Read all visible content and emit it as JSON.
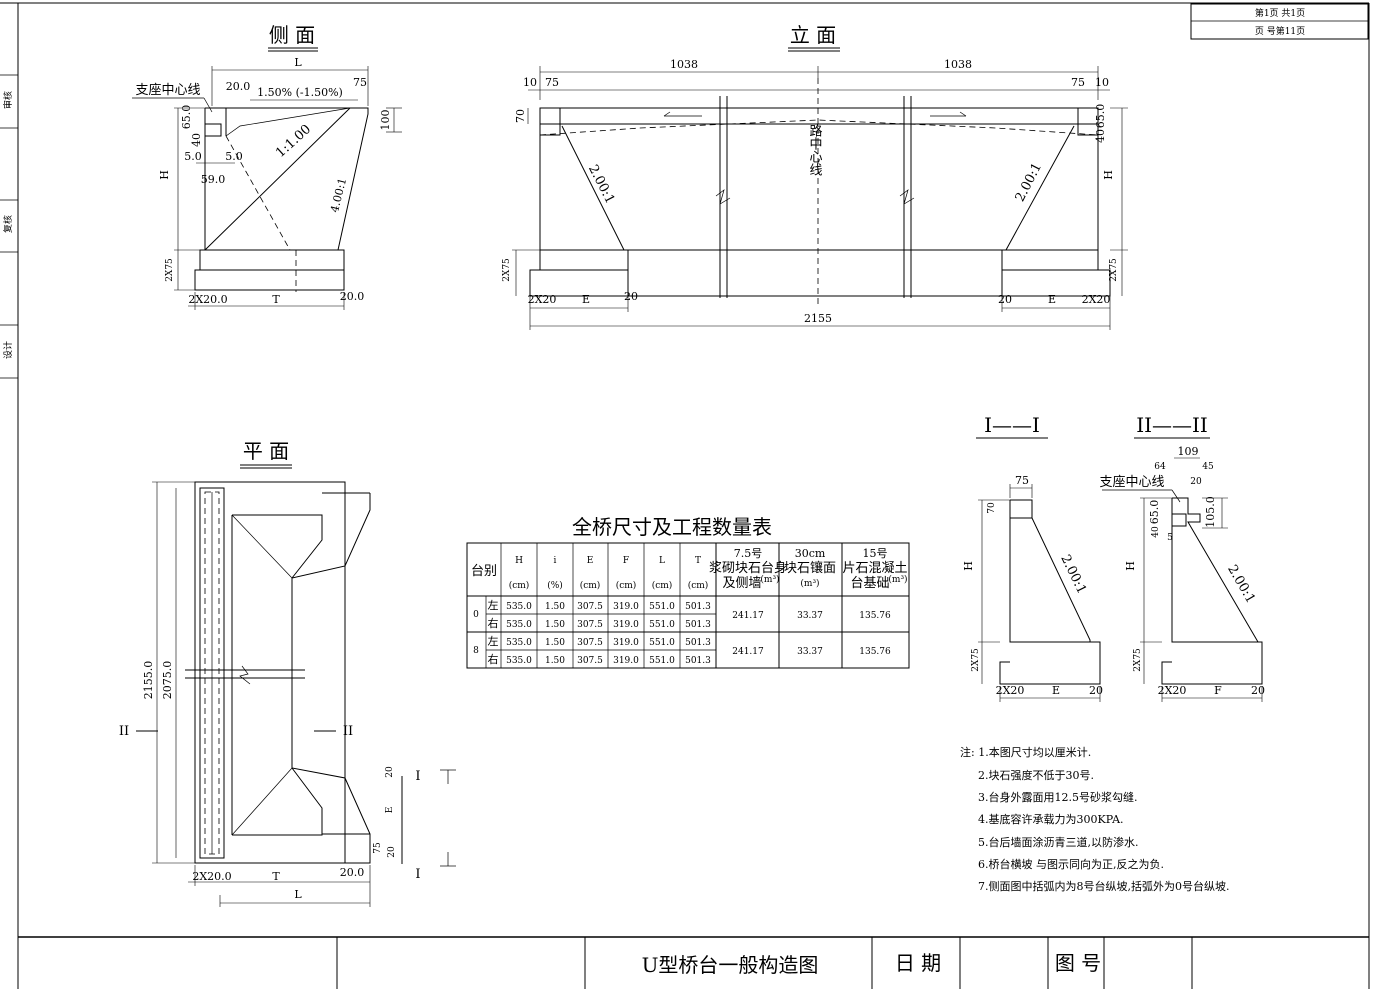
{
  "titles": {
    "side": "侧 面",
    "elevation": "立 面",
    "plan": "平 面",
    "sec1": "I——I",
    "sec2": "II——II",
    "table": "全桥尺寸及工程数量表"
  },
  "page_box": {
    "line1": "第1页 共1页",
    "line2": "页 号第11页"
  },
  "left_strip": [
    "审核",
    "复核",
    "设计"
  ],
  "side_view": {
    "L": "L",
    "d75": "75",
    "d20": "20.0",
    "slope_text": "1.50% (-1.50%)",
    "d65": "65.0",
    "d40": "40",
    "d5a": "5.0",
    "d5b": "5.0",
    "d59": "59.0",
    "H": "H",
    "d100": "100",
    "slope1": "1:1.00",
    "slope2": "4.00:1",
    "base": "2X75",
    "bl": "2X20.0",
    "T": "T",
    "br": "20.0",
    "support_label": "支座中心线"
  },
  "elevation_view": {
    "left_half": "1038",
    "right_half": "1038",
    "d10l": "10",
    "d75l": "75",
    "d75r": "75",
    "d10r": "10",
    "d70": "70",
    "d40": "40",
    "d65": "65.0",
    "H": "H",
    "center": "路中心线",
    "slope_l": "2.00:1",
    "slope_r": "2.00:1",
    "base_l": "2X75",
    "base_r": "2X75",
    "bl": "2X20",
    "E_l": "E",
    "d20l": "20",
    "d20r": "20",
    "E_r": "E",
    "br": "2X20",
    "total": "2155"
  },
  "plan_view": {
    "d2155": "2155.0",
    "d2075": "2075.0",
    "sec2_l": "II",
    "sec2_r": "II",
    "sec1": "I",
    "d20a": "20",
    "E": "E",
    "d20b": "20",
    "d75": "75",
    "bl": "2X20.0",
    "T": "T",
    "br": "20.0",
    "L": "L"
  },
  "sec1_view": {
    "d75": "75",
    "d70": "70",
    "H": "H",
    "slope": "2.00:1",
    "base": "2X75",
    "bl": "2X20",
    "E": "E",
    "br": "20"
  },
  "sec2_view": {
    "d109": "109",
    "d64": "64",
    "d45": "45",
    "d20": "20",
    "support_label": "支座中心线",
    "d65": "65.0",
    "d40": "40",
    "d105": "105.0",
    "d5": "5",
    "H": "H",
    "slope": "2.00:1",
    "base": "2X75",
    "bl": "2X20",
    "F": "F",
    "br": "20"
  },
  "table": {
    "headers": [
      {
        "name": "台别",
        "unit": ""
      },
      {
        "name": "H",
        "unit": "(cm)"
      },
      {
        "name": "i",
        "unit": "(%)"
      },
      {
        "name": "E",
        "unit": "(cm)"
      },
      {
        "name": "F",
        "unit": "(cm)"
      },
      {
        "name": "L",
        "unit": "(cm)"
      },
      {
        "name": "T",
        "unit": "(cm)"
      }
    ],
    "wide_headers": [
      {
        "l1": "7.5号",
        "l2": "浆砌块石台身",
        "l3": "及侧墙",
        "unit": "(m³)"
      },
      {
        "l1": "30cm",
        "l2": "块石镶面",
        "l3": "",
        "unit": "(m³)"
      },
      {
        "l1": "15号",
        "l2": "片石混凝土",
        "l3": "台基础",
        "unit": "(m³)"
      }
    ],
    "groups": [
      {
        "id": "0",
        "rows": [
          {
            "side": "左",
            "H": "535.0",
            "i": "1.50",
            "E": "307.5",
            "F": "319.0",
            "L": "551.0",
            "T": "501.3"
          },
          {
            "side": "右",
            "H": "535.0",
            "i": "1.50",
            "E": "307.5",
            "F": "319.0",
            "L": "551.0",
            "T": "501.3"
          }
        ],
        "q1": "241.17",
        "q2": "33.37",
        "q3": "135.76"
      },
      {
        "id": "8",
        "rows": [
          {
            "side": "左",
            "H": "535.0",
            "i": "1.50",
            "E": "307.5",
            "F": "319.0",
            "L": "551.0",
            "T": "501.3"
          },
          {
            "side": "右",
            "H": "535.0",
            "i": "1.50",
            "E": "307.5",
            "F": "319.0",
            "L": "551.0",
            "T": "501.3"
          }
        ],
        "q1": "241.17",
        "q2": "33.37",
        "q3": "135.76"
      }
    ]
  },
  "notes": [
    "注: 1.本图尺寸均以厘米计.",
    "2.块石强度不低于30号.",
    "3.台身外露面用12.5号砂浆勾缝.",
    "4.基底容许承载力为300KPA.",
    "5.台后墙面涂沥青三道,以防渗水.",
    "6.桥台横坡 与图示同向为正,反之为负.",
    "7.侧面图中括弧内为8号台纵坡,括弧外为0号台纵坡."
  ],
  "title_block": {
    "drawing_title": "U型桥台一般构造图",
    "date_label": "日 期",
    "number_label": "图 号"
  }
}
